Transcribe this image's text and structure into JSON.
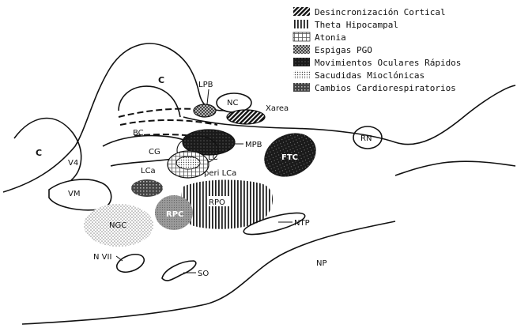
{
  "legend": [
    {
      "label": "Desincronización Cortical",
      "pattern": "dense-hatch"
    },
    {
      "label": "Theta Hipocampal",
      "pattern": "vertical-lines"
    },
    {
      "label": "Atonia",
      "pattern": "light-cross"
    },
    {
      "label": "Espigas PGO",
      "pattern": "dark-cross"
    },
    {
      "label": "Movimientos Oculares Rápidos",
      "pattern": "very-dark"
    },
    {
      "label": "Sacudidas Mioclónicas",
      "pattern": "dots"
    },
    {
      "label": "Cambios Cardiorespiratorios",
      "pattern": "box-dark"
    }
  ],
  "structures": {
    "c_top": "C",
    "c_left": "C",
    "v4": "V4",
    "vm": "VM",
    "lpb": "LPB",
    "nc": "NC",
    "xarea": "Xarea",
    "bc": "BC",
    "cg": "CG",
    "mpb": "MPB",
    "lc": "LC",
    "lca": "LCa",
    "peri_lca": "peri LCa",
    "ftc": "FTC",
    "rn": "RN",
    "rpo": "RPO",
    "rpc": "RPC",
    "ngc": "NGC",
    "ntp": "NTP",
    "n_vii": "N VII",
    "so": "SO",
    "np": "NP"
  },
  "colors": {
    "ink": "#111111",
    "background": "#ffffff"
  }
}
